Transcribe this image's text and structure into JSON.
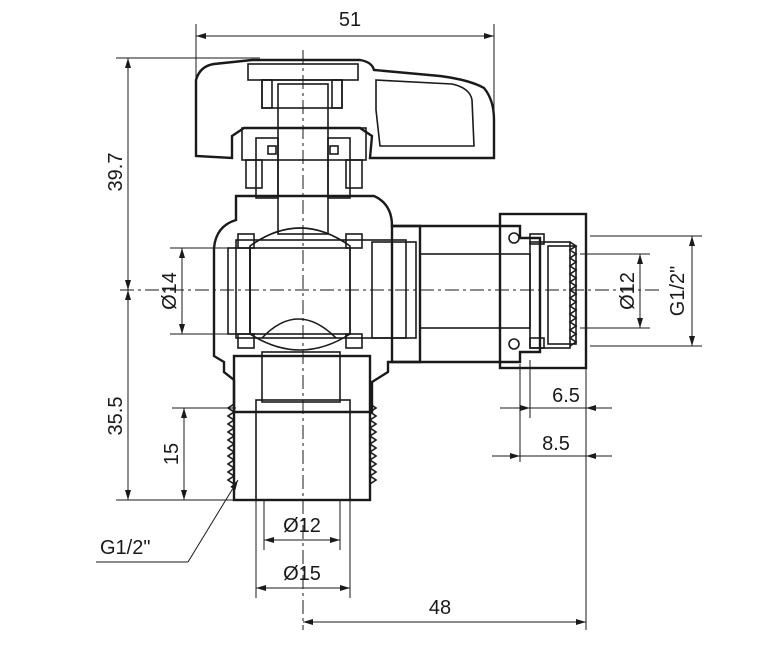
{
  "drawing": {
    "dimensions": {
      "overall_width": "51",
      "upper_height": "39.7",
      "lower_height": "35.5",
      "thread_length": "15",
      "bore_inlet": "Ø14",
      "bore_outlet": "Ø12",
      "outlet_thread": "G1/2\"",
      "lower_thread": "G1/2\"",
      "nut_width_a": "6.5",
      "nut_width_b": "8.5",
      "inlet_bore": "Ø12",
      "inlet_diameter": "Ø15",
      "center_to_outlet": "48"
    }
  }
}
